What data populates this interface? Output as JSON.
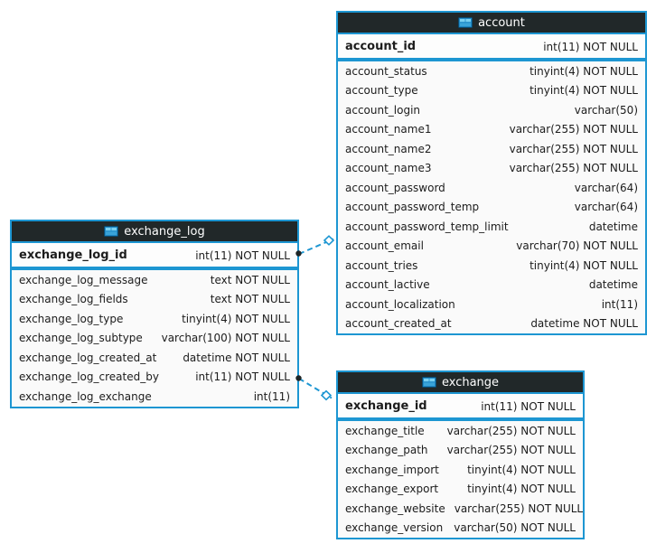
{
  "diagram": {
    "background_color": "#ffffff",
    "accent_color": "#1d96d2",
    "header_bg_color": "#212829",
    "header_text_color": "#ffffff"
  },
  "tables": [
    {
      "name": "account",
      "icon": "table-icon",
      "pk": {
        "name": "account_id",
        "type": "int(11) NOT NULL"
      },
      "columns": [
        {
          "name": "account_status",
          "type": "tinyint(4) NOT NULL"
        },
        {
          "name": "account_type",
          "type": "tinyint(4) NOT NULL"
        },
        {
          "name": "account_login",
          "type": "varchar(50)"
        },
        {
          "name": "account_name1",
          "type": "varchar(255) NOT NULL"
        },
        {
          "name": "account_name2",
          "type": "varchar(255) NOT NULL"
        },
        {
          "name": "account_name3",
          "type": "varchar(255) NOT NULL"
        },
        {
          "name": "account_password",
          "type": "varchar(64)"
        },
        {
          "name": "account_password_temp",
          "type": "varchar(64)"
        },
        {
          "name": "account_password_temp_limit",
          "type": "datetime"
        },
        {
          "name": "account_email",
          "type": "varchar(70) NOT NULL"
        },
        {
          "name": "account_tries",
          "type": "tinyint(4) NOT NULL"
        },
        {
          "name": "account_lactive",
          "type": "datetime"
        },
        {
          "name": "account_localization",
          "type": "int(11)"
        },
        {
          "name": "account_created_at",
          "type": "datetime NOT NULL"
        }
      ]
    },
    {
      "name": "exchange_log",
      "icon": "table-icon",
      "pk": {
        "name": "exchange_log_id",
        "type": "int(11) NOT NULL"
      },
      "columns": [
        {
          "name": "exchange_log_message",
          "type": "text NOT NULL"
        },
        {
          "name": "exchange_log_fields",
          "type": "text NOT NULL"
        },
        {
          "name": "exchange_log_type",
          "type": "tinyint(4) NOT NULL"
        },
        {
          "name": "exchange_log_subtype",
          "type": "varchar(100) NOT NULL"
        },
        {
          "name": "exchange_log_created_at",
          "type": "datetime NOT NULL"
        },
        {
          "name": "exchange_log_created_by",
          "type": "int(11) NOT NULL"
        },
        {
          "name": "exchange_log_exchange",
          "type": "int(11)"
        }
      ]
    },
    {
      "name": "exchange",
      "icon": "table-icon",
      "pk": {
        "name": "exchange_id",
        "type": "int(11) NOT NULL"
      },
      "columns": [
        {
          "name": "exchange_title",
          "type": "varchar(255) NOT NULL"
        },
        {
          "name": "exchange_path",
          "type": "varchar(255) NOT NULL"
        },
        {
          "name": "exchange_import",
          "type": "tinyint(4) NOT NULL"
        },
        {
          "name": "exchange_export",
          "type": "tinyint(4) NOT NULL"
        },
        {
          "name": "exchange_website",
          "type": "varchar(255) NOT NULL"
        },
        {
          "name": "exchange_version",
          "type": "varchar(50) NOT NULL"
        }
      ]
    }
  ],
  "relationships": [
    {
      "from_table": "exchange_log",
      "to_table": "account",
      "line_style": "dashed",
      "from_marker": "dot",
      "to_marker": "open-diamond"
    },
    {
      "from_table": "exchange_log",
      "to_table": "exchange",
      "line_style": "dashed",
      "from_marker": "dot",
      "to_marker": "open-diamond"
    }
  ]
}
